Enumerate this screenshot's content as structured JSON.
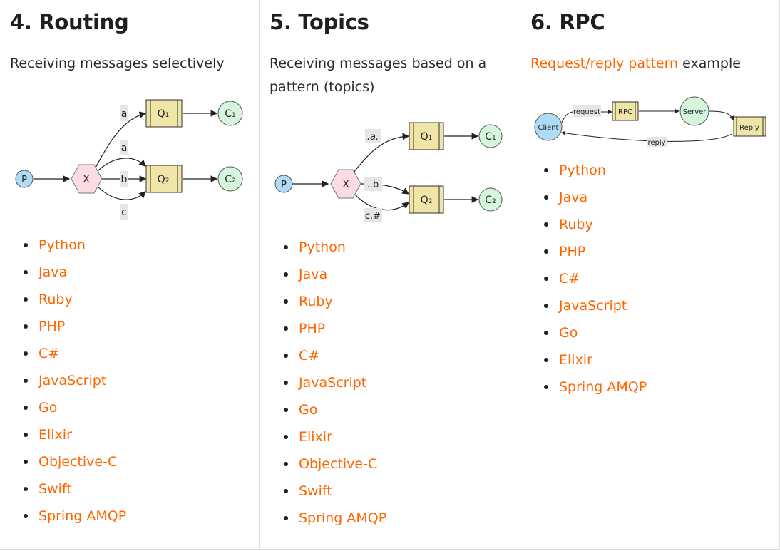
{
  "sections": [
    {
      "title": "4. Routing",
      "description": "Receiving messages selectively",
      "diagram": {
        "producer": "P",
        "exchange": "X",
        "queue1": "Q",
        "queue1_sub": "1",
        "queue2": "Q",
        "queue2_sub": "2",
        "consumer1": "C",
        "consumer1_sub": "1",
        "consumer2": "C",
        "consumer2_sub": "2",
        "binding_q1": "a",
        "binding_q2_a": "a",
        "binding_q2_b": "b",
        "binding_q2_c": "c"
      },
      "languages": [
        "Python",
        "Java",
        "Ruby",
        "PHP",
        "C#",
        "JavaScript",
        "Go",
        "Elixir",
        "Objective-C",
        "Swift",
        "Spring AMQP"
      ]
    },
    {
      "title": "5. Topics",
      "description": "Receiving messages based on a pattern (topics)",
      "diagram": {
        "producer": "P",
        "exchange": "X",
        "queue1": "Q",
        "queue1_sub": "1",
        "queue2": "Q",
        "queue2_sub": "2",
        "consumer1": "C",
        "consumer1_sub": "1",
        "consumer2": "C",
        "consumer2_sub": "2",
        "binding_q1": ".a.",
        "binding_q2_b": "..b",
        "binding_q2_c": "c.#"
      },
      "languages": [
        "Python",
        "Java",
        "Ruby",
        "PHP",
        "C#",
        "JavaScript",
        "Go",
        "Elixir",
        "Objective-C",
        "Swift",
        "Spring AMQP"
      ]
    },
    {
      "title": "6. RPC",
      "description_link": "Request/reply pattern",
      "description_rest": " example",
      "diagram": {
        "client": "Client",
        "rpc_queue": "RPC",
        "server": "Server",
        "reply_queue": "Reply",
        "request_label": "request",
        "reply_label": "reply"
      },
      "languages": [
        "Python",
        "Java",
        "Ruby",
        "PHP",
        "C#",
        "JavaScript",
        "Go",
        "Elixir",
        "Spring AMQP"
      ]
    }
  ],
  "colors": {
    "link": "#ff6600",
    "producer_fill": "#aedcf7",
    "exchange_fill": "#fbdce2",
    "queue_fill": "#efe5a9",
    "consumer_fill": "#d5f5dc",
    "label_bg": "#e6e6e6"
  }
}
